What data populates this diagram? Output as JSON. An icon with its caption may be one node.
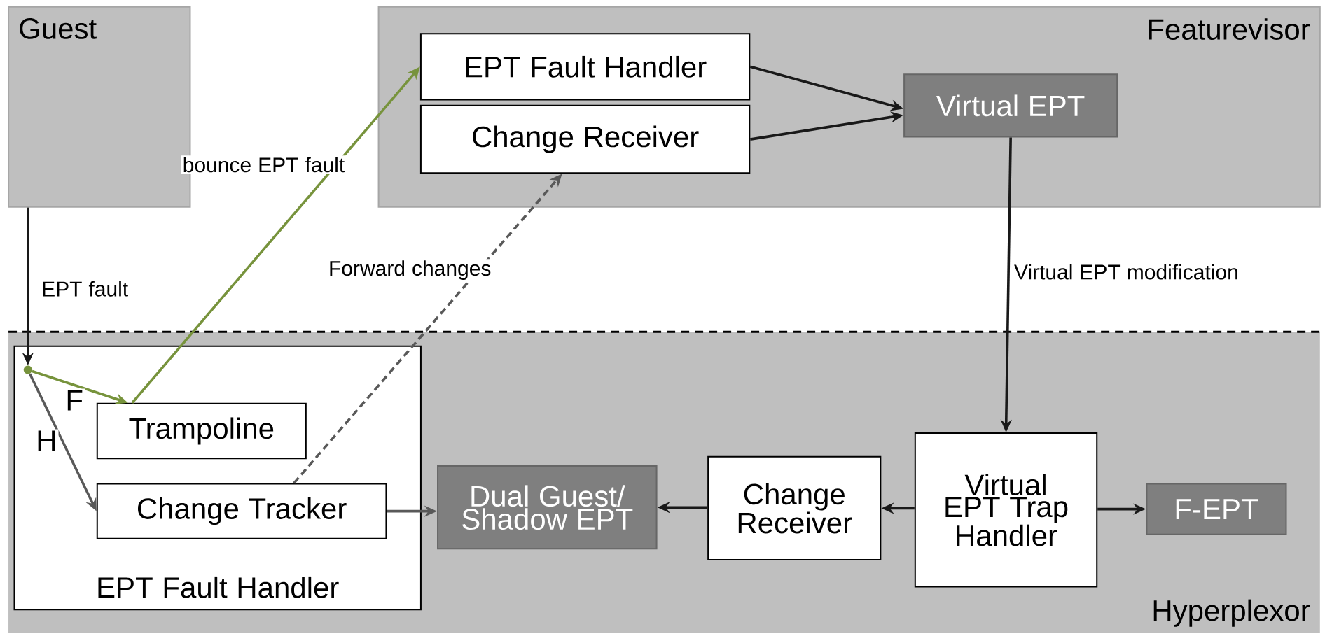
{
  "diagram": {
    "nodes": [
      {
        "text": [
          "Guest"
        ]
      },
      {
        "text": [
          "Featurevisor"
        ]
      },
      {
        "text": [
          "EPT Fault Handler"
        ],
        "in": 1
      },
      {
        "text": [
          "Change Receiver"
        ],
        "in": 1
      },
      {
        "text": [
          "Virtual EPT"
        ],
        "in": 1
      },
      {
        "text": [
          "Hyperplexor"
        ]
      },
      {
        "text": [
          "EPT Fault Handler"
        ],
        "in": 5
      },
      {
        "text": [],
        "shape": "circle",
        "in": 6
      },
      {
        "text": [
          "Trampoline"
        ],
        "in": 6
      },
      {
        "text": [
          "Change Tracker"
        ],
        "in": 6
      },
      {
        "text": [
          "Dual Guest/ Shadow EPT"
        ],
        "in": 5
      },
      {
        "text": [
          "Change Receiver"
        ],
        "in": 5
      },
      {
        "text": [
          "Virtual EPT Trap Handler"
        ],
        "in": 5
      },
      {
        "text": [
          "F-EPT"
        ],
        "in": 5
      }
    ],
    "edges": [
      {
        "from": 0,
        "to": 7,
        "arrow": "to",
        "label": "EPT fault"
      },
      {
        "from": 7,
        "to": 8,
        "arrow": "to",
        "label": "F",
        "color": "#77933c"
      },
      {
        "from": 7,
        "to": 9,
        "arrow": "to",
        "label": "H",
        "color": "#595959"
      },
      {
        "from": 8,
        "to": 2,
        "arrow": "to",
        "label": "bounce EPT fault",
        "color": "#77933c"
      },
      {
        "from": 9,
        "to": 3,
        "arrow": "to",
        "label": "Forward changes",
        "style": "dashed",
        "color": "#595959"
      },
      {
        "from": 2,
        "to": 4,
        "arrow": "to"
      },
      {
        "from": 3,
        "to": 4,
        "arrow": "to"
      },
      {
        "from": 4,
        "to": 12,
        "arrow": "to",
        "label": "Virtual EPT modification"
      },
      {
        "from": 12,
        "to": 11,
        "arrow": "to"
      },
      {
        "from": 11,
        "to": 10,
        "arrow": "to"
      },
      {
        "from": 9,
        "to": 10,
        "arrow": "to",
        "color": "#595959"
      },
      {
        "from": 12,
        "to": 13,
        "arrow": "to"
      }
    ]
  }
}
